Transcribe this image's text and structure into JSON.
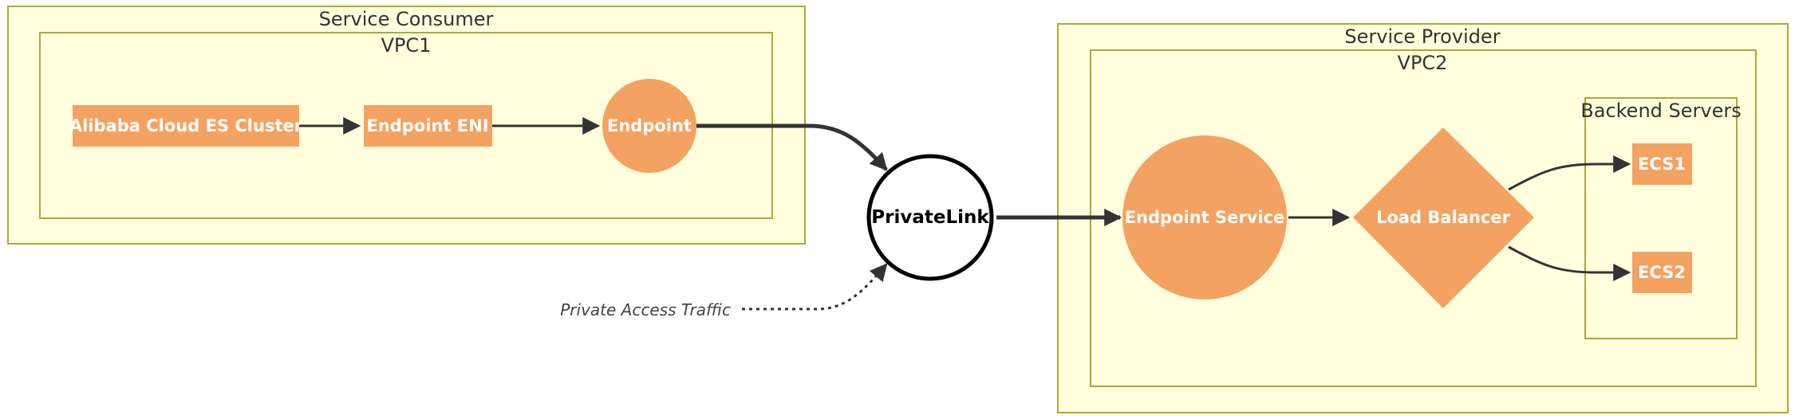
{
  "diagram": {
    "clusters": {
      "service_consumer": "Service Consumer",
      "vpc1": "VPC1",
      "service_provider": "Service Provider",
      "vpc2": "VPC2",
      "backend_servers": "Backend Servers"
    },
    "nodes": {
      "es_cluster": "Alibaba Cloud ES Cluster",
      "endpoint_eni": "Endpoint ENI",
      "endpoint": "Endpoint",
      "privatelink": "PrivateLink",
      "endpoint_service": "Endpoint Service",
      "load_balancer": "Load Balancer",
      "ecs1": "ECS1",
      "ecs2": "ECS2"
    },
    "edge_labels": {
      "traffic": "Private Access Traffic"
    },
    "colors": {
      "cluster_fill": "#ffffde",
      "cluster_stroke": "#aaaa33",
      "node_fill": "#f4a261",
      "node_text": "#ffffff",
      "edge": "#333333"
    }
  }
}
